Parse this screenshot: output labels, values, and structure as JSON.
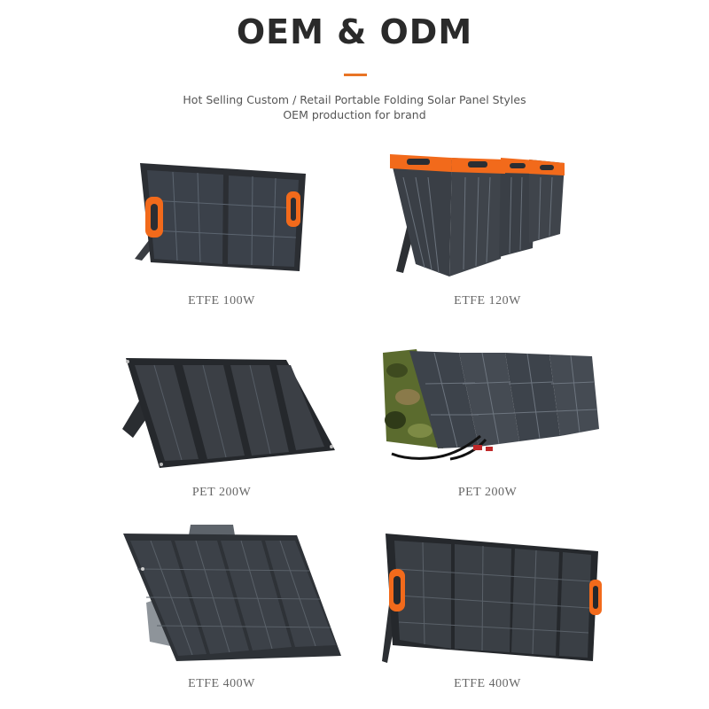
{
  "header": {
    "title": "OEM & ODM",
    "subtitle_line1": "Hot Selling Custom / Retail Portable Folding Solar Panel Styles",
    "subtitle_line2": "OEM production for brand",
    "accent_color": "#e87425"
  },
  "products": [
    {
      "label": "ETFE 100W"
    },
    {
      "label": "ETFE 120W"
    },
    {
      "label": "PET 200W"
    },
    {
      "label": "PET 200W"
    },
    {
      "label": "ETFE 400W"
    },
    {
      "label": "ETFE 400W"
    }
  ],
  "colors": {
    "panel_dark": "#2b2e33",
    "cell": "#3b414a",
    "grid_line": "#5c6570",
    "handle_orange": "#f26a1b",
    "camo_green": "#5b6b2e"
  }
}
